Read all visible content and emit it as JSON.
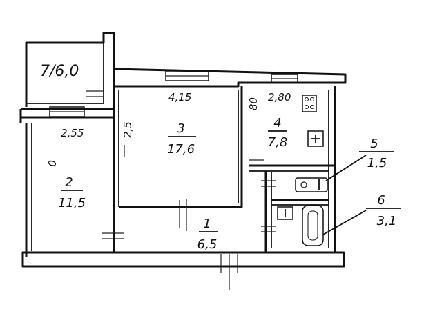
{
  "rooms": {
    "balcony": {
      "label": "7/6,0"
    },
    "living": {
      "number": "2",
      "area": "11,5"
    },
    "main": {
      "number": "3",
      "area": "17,6"
    },
    "kitchen": {
      "number": "4",
      "area": "7,8"
    },
    "toilet": {
      "number": "5",
      "area": "1,5"
    },
    "bath": {
      "number": "6",
      "area": "3,1"
    },
    "hall": {
      "number": "1",
      "area": "6,5"
    }
  },
  "dimensions": {
    "main_top": "4,15",
    "kitchen_top": "2,80",
    "kitchen_side": "80",
    "living_top": "2,55",
    "living_side": "0",
    "main_side": "2,5"
  }
}
